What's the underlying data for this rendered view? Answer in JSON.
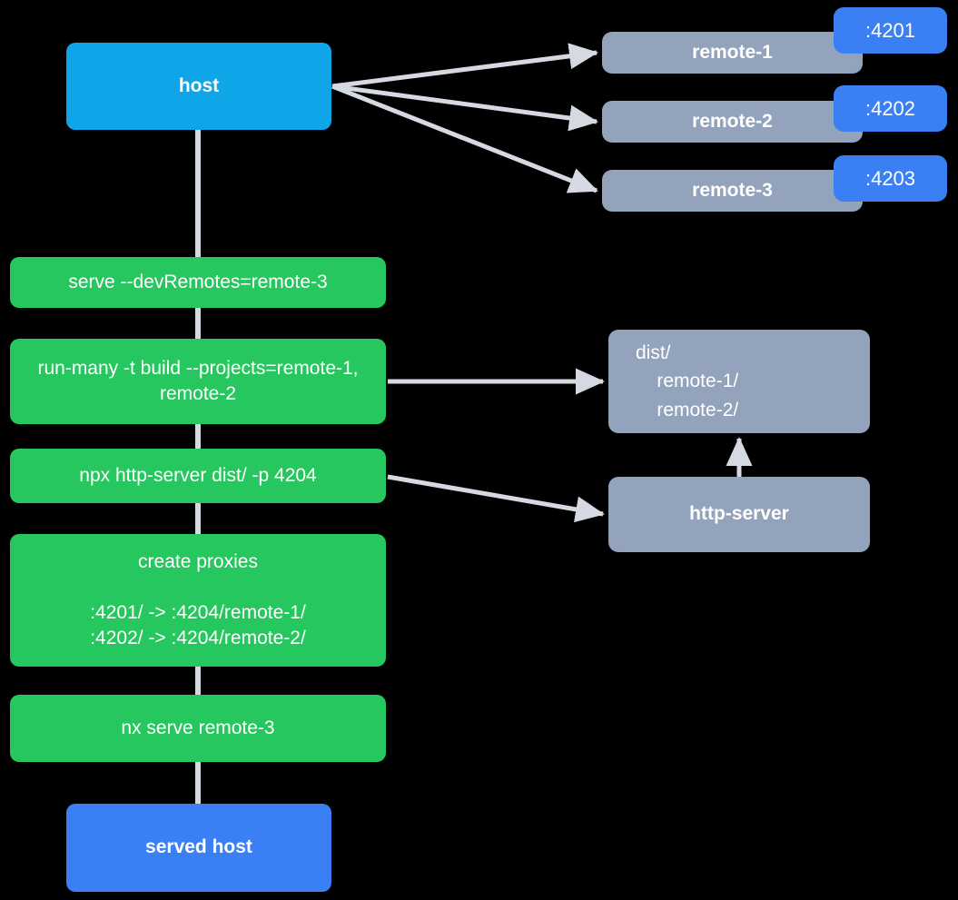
{
  "diagram": {
    "title": "Nx module federation host and remotes serve flow",
    "background": "#000000",
    "colors": {
      "host": "#0fa5e9",
      "served_host": "#3b7ff5",
      "remote": "#93a3bb",
      "command": "#26c75e",
      "badge": "#3b7ff5",
      "edge": "#d4d9e2",
      "text": "#ffffff"
    }
  },
  "nodes": {
    "host": {
      "label": "host"
    },
    "served_host": {
      "label": "served host"
    },
    "remote_1": {
      "label": "remote-1",
      "port": ":4201"
    },
    "remote_2": {
      "label": "remote-2",
      "port": ":4202"
    },
    "remote_3": {
      "label": "remote-3",
      "port": ":4203"
    },
    "dist": {
      "line_1": "dist/",
      "line_2": "    remote-1/",
      "line_3": "    remote-2/"
    },
    "http_server": {
      "label": "http-server"
    }
  },
  "commands": [
    {
      "label": "serve --devRemotes=remote-3"
    },
    {
      "label": "run-many -t build --projects=remote-1, remote-2"
    },
    {
      "label": "npx http-server dist/ -p 4204"
    },
    {
      "label": "create proxies\n\n:4201/ -> :4204/remote-1/\n:4202/ -> :4204/remote-2/"
    },
    {
      "label": "nx serve remote-3"
    }
  ]
}
